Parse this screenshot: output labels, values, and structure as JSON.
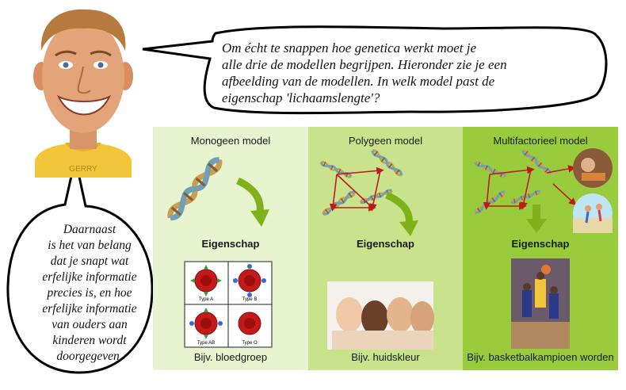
{
  "speech_top": {
    "lines": [
      "Om écht te snappen hoe genetica werkt moet je",
      "alle drie de modellen begrijpen. Hieronder zie je een",
      "afbeelding van de modellen. In welk model past de",
      "eigenschap 'lichaamslengte'?"
    ]
  },
  "speech_left": {
    "lines": [
      "Daarnaast",
      "is het van belang",
      "dat je snapt wat",
      "erfelijke informatie",
      "precies is, en hoe",
      "erfelijke informatie",
      "van ouders aan",
      "kinderen wordt",
      "doorgegeven."
    ]
  },
  "avatar": {
    "shirt_text": "GERRY"
  },
  "panels": [
    {
      "title": "Monogeen model",
      "trait": "Eigenschap",
      "caption": "Bijv. bloedgroep",
      "bg": "#e8f3cf",
      "blood_types": [
        "Type A",
        "Type B",
        "Type AB",
        "Type O"
      ]
    },
    {
      "title": "Polygeen model",
      "trait": "Eigenschap",
      "caption": "Bijv. huidskleur",
      "bg": "#c8e38c"
    },
    {
      "title": "Multifactorieel model",
      "trait": "Eigenschap",
      "caption": "Bijv. basketbalkampioen worden",
      "bg": "#98cc3c"
    }
  ],
  "colors": {
    "arrow_green": "#7fb21a",
    "arrow_red": "#c0191b",
    "bubble_outline": "#000000"
  }
}
